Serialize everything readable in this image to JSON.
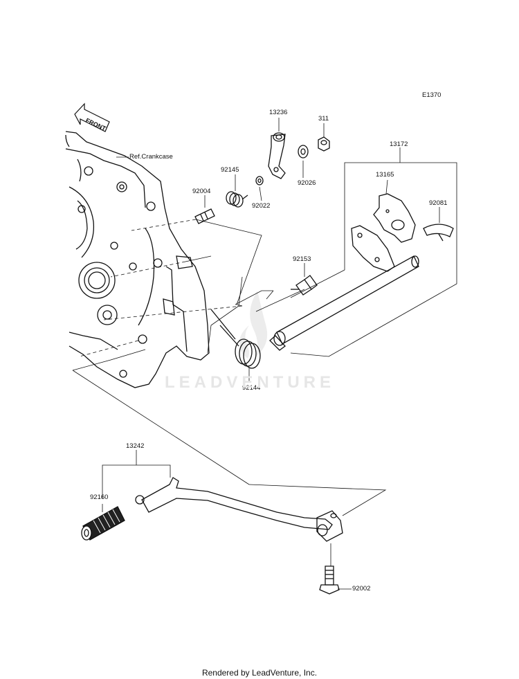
{
  "diagram_code": "E1370",
  "front_label": "FRONT",
  "ref_label": "Ref.Crankcase",
  "watermark": "LEADVENTURE",
  "footer": "Rendered by LeadVenture, Inc.",
  "parts": [
    {
      "id": "p13236",
      "number": "13236"
    },
    {
      "id": "p311",
      "number": "311"
    },
    {
      "id": "p13172",
      "number": "13172"
    },
    {
      "id": "p13165",
      "number": "13165"
    },
    {
      "id": "p92081",
      "number": "92081"
    },
    {
      "id": "p92145",
      "number": "92145"
    },
    {
      "id": "p92004",
      "number": "92004"
    },
    {
      "id": "p92022",
      "number": "92022"
    },
    {
      "id": "p92026",
      "number": "92026"
    },
    {
      "id": "p92153",
      "number": "92153"
    },
    {
      "id": "p92144",
      "number": "92144"
    },
    {
      "id": "p13242",
      "number": "13242"
    },
    {
      "id": "p92160",
      "number": "92160"
    },
    {
      "id": "p92002",
      "number": "92002"
    }
  ]
}
